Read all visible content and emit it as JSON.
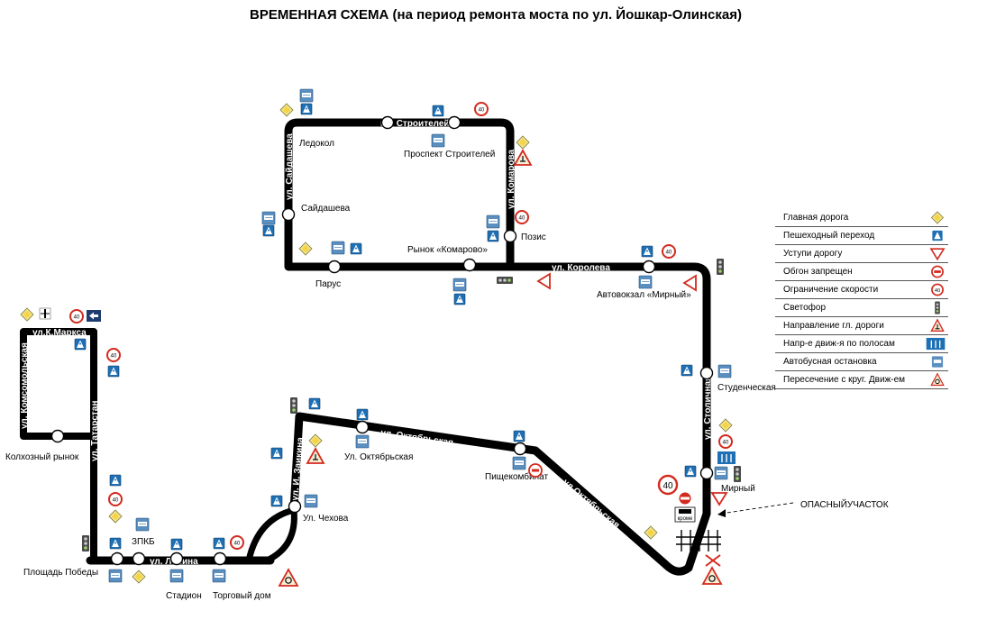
{
  "title": "ВРЕМЕННАЯ СХЕМА (на период ремонта моста по ул. Йошкар-Олинская)",
  "streets": {
    "stroiteley": "пр. Строителей",
    "saydasheva": "ул. Сайдашева",
    "komarova": "ул. Комарова",
    "koroleva": "ул. Королева",
    "stolichnaya": "ул. Столичная",
    "kmarksa": "ул.К.Маркса",
    "komsomolskaya": "ул. Комсомольская",
    "tatarstan": "ул. Татарстан",
    "oktyabrskaya": "ул. Октябрьская",
    "oktyabrskaya_diag": "ул.Октябрьская",
    "zaikina": "ул. И. Заикина",
    "lenina": "ул. Ленина"
  },
  "stops": {
    "ledokol": "Ледокол",
    "prospekt": "Проспект Строителей",
    "saydasheva": "Сайдашева",
    "pozis": "Позис",
    "rynok_komarovo": "Рынок «Комарово»",
    "parus": "Парус",
    "avtovokzal": "Автовокзал «Мирный»",
    "studencheskaya": "Студенческая",
    "mirny": "Мирный",
    "kolkhozny": "Колхозный рынок",
    "ploshad": "Площадь Победы",
    "zpkb": "ЗПКБ",
    "stadion": "Стадион",
    "torgovy": "Торговый дом",
    "chekhova": "Ул. Чехова",
    "oktyabrskaya": "Ул. Октябрьская",
    "pishche": "Пищекомбинат"
  },
  "signs": {
    "speed_limit_big": "40",
    "speed_limit_small": "40",
    "krome": "кроме"
  },
  "danger_label": "ОПАСНЫЙУЧАСТОК",
  "legend": [
    {
      "label": "Главная дорога",
      "icon": "main-road-icon"
    },
    {
      "label": "Пешеходный переход",
      "icon": "pedestrian-crossing-icon"
    },
    {
      "label": "Уступи дорогу",
      "icon": "give-way-icon"
    },
    {
      "label": "Обгон запрещен",
      "icon": "no-overtaking-icon"
    },
    {
      "label": "Ограничение скорости",
      "icon": "speed-limit-icon"
    },
    {
      "label": "Светофор",
      "icon": "traffic-light-icon"
    },
    {
      "label": "Направление гл. дороги",
      "icon": "main-road-direction-icon"
    },
    {
      "label": "Напр-е движ-я по полосам",
      "icon": "lane-direction-icon"
    },
    {
      "label": "Автобусная остановка",
      "icon": "bus-stop-icon"
    },
    {
      "label": "Пересечение с круг. Движ-ем",
      "icon": "roundabout-icon"
    }
  ],
  "colors": {
    "route": "#000000",
    "sign_blue": "#1e6fb4",
    "sign_red": "#d32a1e",
    "sign_yellow": "#f2e28a",
    "sign_green": "#7fc06b"
  }
}
